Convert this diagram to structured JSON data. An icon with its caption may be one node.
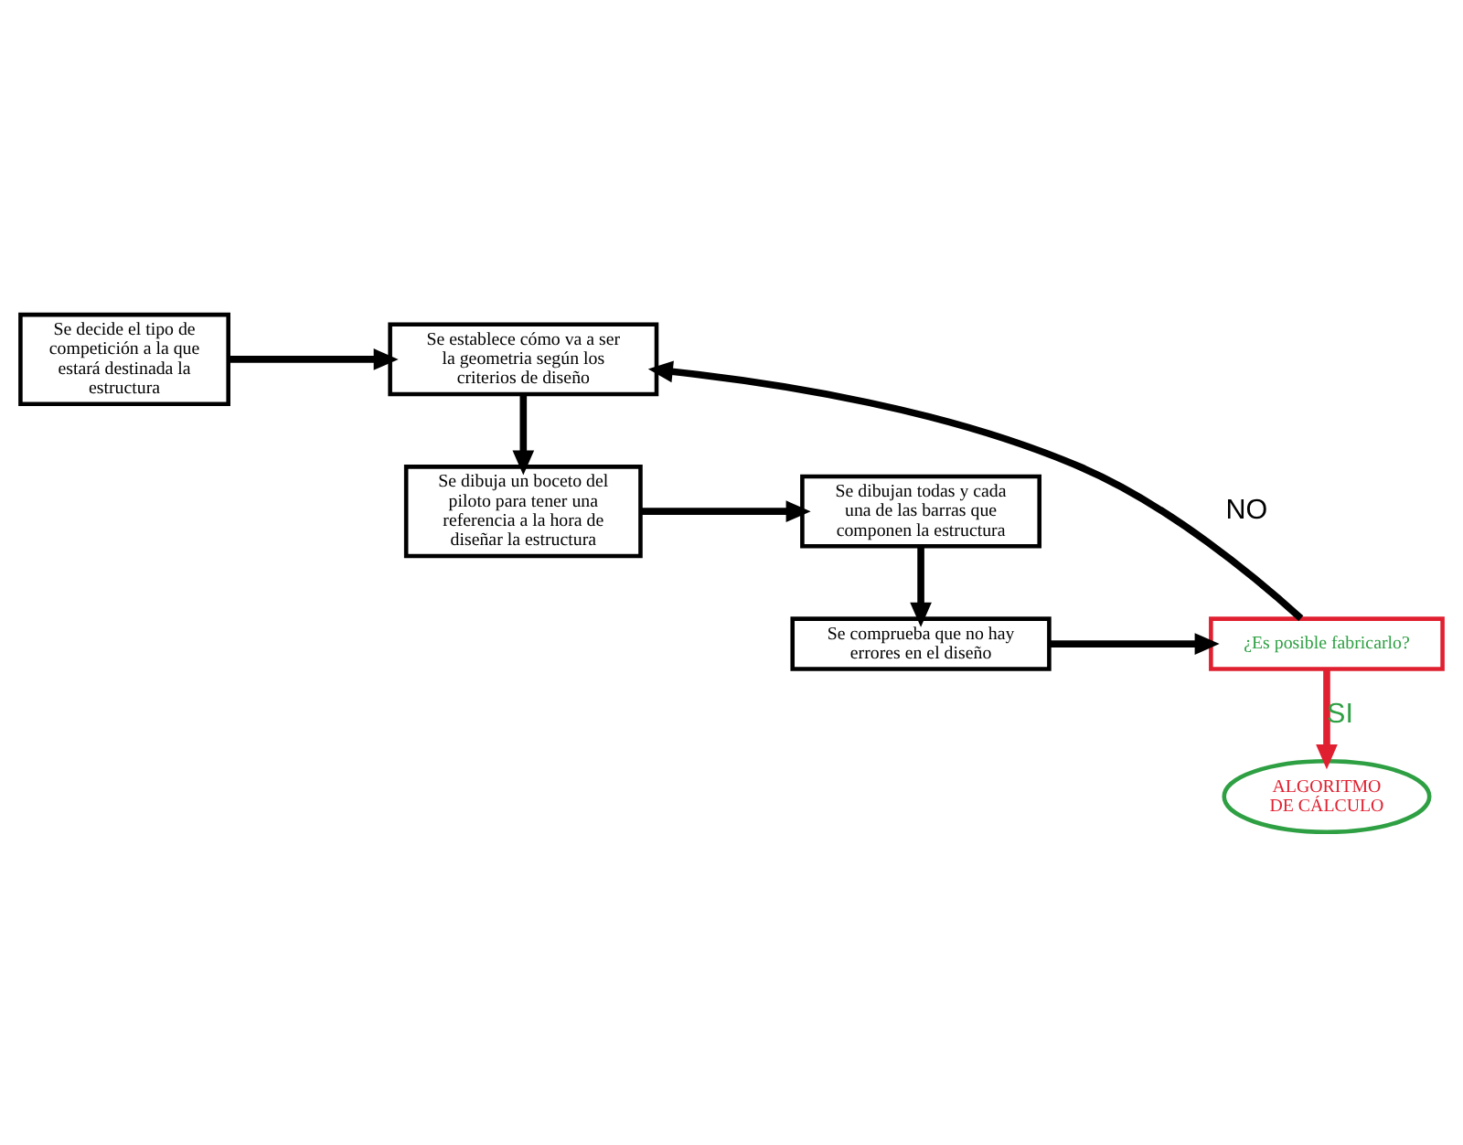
{
  "diagram": {
    "nodes": [
      {
        "text": [
          "Se decide el tipo de competición a la que estará destinada la estructura"
        ]
      },
      {
        "text": [
          "Se establece cómo va a ser la geometria según los criterios de diseño"
        ]
      },
      {
        "text": [
          "Se dibuja un boceto del piloto para tener una referencia a la hora de diseñar la estructura"
        ]
      },
      {
        "text": [
          "Se dibujan todas y cada una de las barras que componen la estructura"
        ]
      },
      {
        "text": [
          "Se comprueba que no hay errores en el diseño"
        ]
      },
      {
        "text": [
          "¿Es posible fabricarlo?"
        ]
      },
      {
        "text": [
          "ALGORITMO DE CÁLCULO"
        ]
      }
    ],
    "edges": [
      {
        "from": 0,
        "to": 1,
        "arrow": "to"
      },
      {
        "from": 1,
        "to": 2,
        "arrow": "to"
      },
      {
        "from": 2,
        "to": 3,
        "arrow": "to"
      },
      {
        "from": 3,
        "to": 4,
        "arrow": "to"
      },
      {
        "from": 4,
        "to": 5,
        "arrow": "to"
      },
      {
        "from": 5,
        "to": 1,
        "arrow": "to",
        "label": "NO"
      },
      {
        "from": 5,
        "to": 6,
        "arrow": "to",
        "label": "SI",
        "color": "#e02030"
      }
    ]
  }
}
